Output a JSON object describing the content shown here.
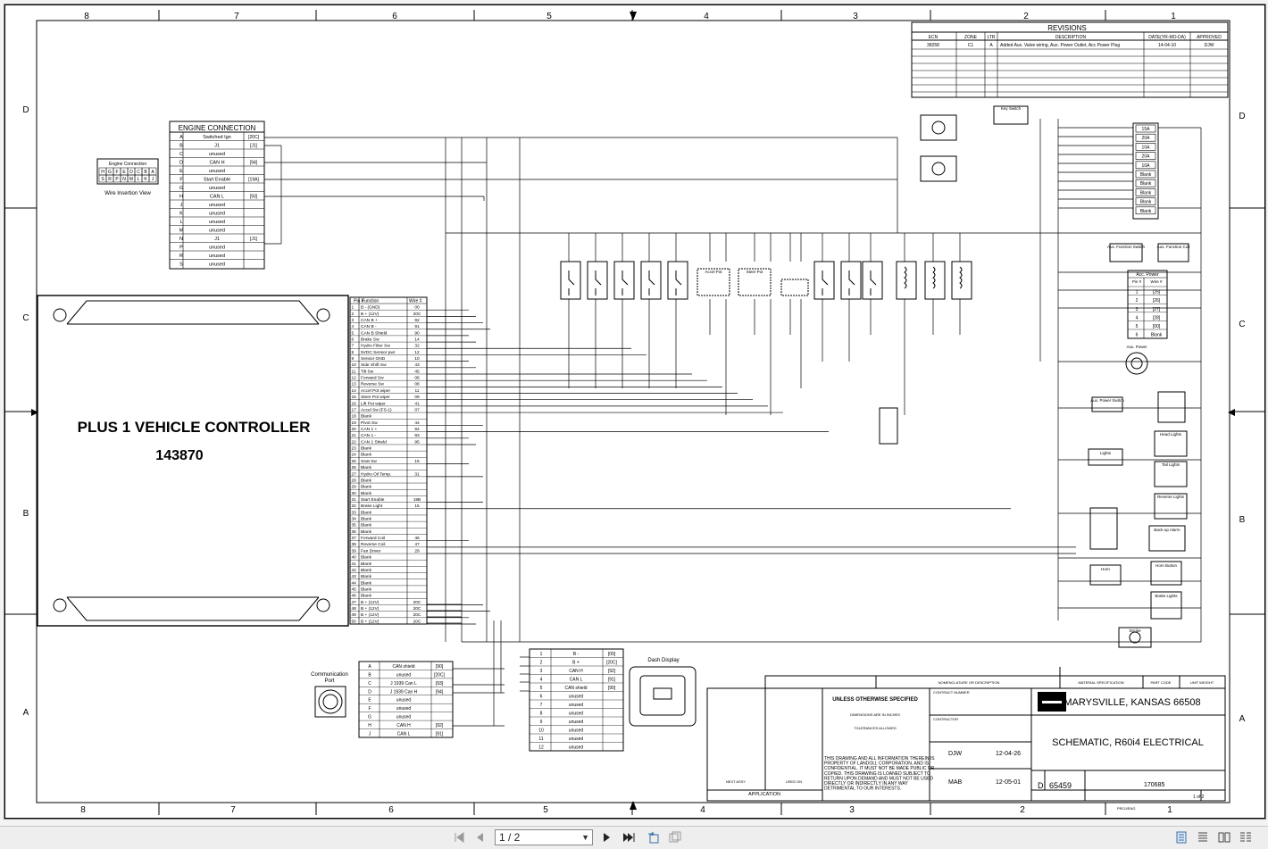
{
  "drawing": {
    "zones_top": [
      "8",
      "7",
      "6",
      "5",
      "4",
      "3",
      "2",
      "1"
    ],
    "zones_side": [
      "D",
      "C",
      "B",
      "A"
    ],
    "revisions": {
      "title": "REVISIONS",
      "headers": [
        "ECN",
        "ZONE",
        "LTR",
        "DESCRIPTION",
        "DATE(YR-MO-DA)",
        "APPROVED"
      ],
      "row": [
        "38258",
        "C1",
        "A",
        "Added Aux. Valve wiring, Aux. Power Outlet, Acc Power Plug",
        "14-04-10",
        "DJW"
      ]
    },
    "engine": {
      "title": "ENGINE CONNECTION",
      "rows": [
        [
          "A",
          "Switched Ign",
          "[20C]"
        ],
        [
          "B",
          "J1",
          "[J1]"
        ],
        [
          "C",
          "unused",
          ""
        ],
        [
          "D",
          "CAN H",
          "[94]"
        ],
        [
          "E",
          "unused",
          ""
        ],
        [
          "F",
          "Start Enable",
          "[19A]"
        ],
        [
          "G",
          "unused",
          ""
        ],
        [
          "H",
          "CAN L",
          "[93]"
        ],
        [
          "J",
          "unused",
          ""
        ],
        [
          "K",
          "unused",
          ""
        ],
        [
          "L",
          "unused",
          ""
        ],
        [
          "M",
          "unused",
          ""
        ],
        [
          "N",
          "J1",
          "[J1]"
        ],
        [
          "P",
          "unused",
          ""
        ],
        [
          "R",
          "unused",
          ""
        ],
        [
          "S",
          "unused",
          ""
        ]
      ],
      "insertion_title": "Engine Connection",
      "insertion_row1": [
        "H",
        "G",
        "F",
        "E",
        "D",
        "C",
        "B",
        "A"
      ],
      "insertion_row2": [
        "S",
        "R",
        "P",
        "N",
        "M",
        "L",
        "K",
        "J"
      ],
      "insertion_label": "Wire Insertion View"
    },
    "controller": {
      "line1": "PLUS 1 VEHICLE CONTROLLER",
      "line2": "143870"
    },
    "pin_table": {
      "headers": [
        "Pin #",
        "Function",
        "Wire #"
      ],
      "rows": [
        [
          "1",
          "B - (GND)",
          "00"
        ],
        [
          "2",
          "B + (12V)",
          "20C"
        ],
        [
          "3",
          "CAN B +",
          "92"
        ],
        [
          "4",
          "CAN B -",
          "91"
        ],
        [
          "5",
          "CAN B Shield",
          "90"
        ],
        [
          "6",
          "Brake Sw",
          "14"
        ],
        [
          "7",
          "Hydro Filter Sw",
          "32"
        ],
        [
          "8",
          "5VDC Sensor pwr",
          "12"
        ],
        [
          "9",
          "Sensor GND",
          "10"
        ],
        [
          "10",
          "Side Shift Sw",
          "43"
        ],
        [
          "11",
          "Tilt Sw",
          "45"
        ],
        [
          "12",
          "Forward Sw",
          "06"
        ],
        [
          "13",
          "Reverse Sw",
          "08"
        ],
        [
          "14",
          "Accel Pot wiper",
          "11"
        ],
        [
          "15",
          "Steer Pot wiper",
          "09"
        ],
        [
          "16",
          "Lift Pot wiper",
          "41"
        ],
        [
          "17",
          "Accel Sw (FS-1)",
          "07"
        ],
        [
          "18",
          "Blank",
          ""
        ],
        [
          "19",
          "Pivot Sw",
          "44"
        ],
        [
          "20",
          "CAN 1 +",
          "94"
        ],
        [
          "21",
          "CAN 1 -",
          "93"
        ],
        [
          "22",
          "CAN 1 Shield",
          "95"
        ],
        [
          "23",
          "Blank",
          ""
        ],
        [
          "24",
          "Blank",
          ""
        ],
        [
          "25",
          "Seat Sw",
          "16"
        ],
        [
          "26",
          "Blank",
          ""
        ],
        [
          "27",
          "Hydro Oil Temp.",
          "31"
        ],
        [
          "28",
          "Blank",
          ""
        ],
        [
          "29",
          "Blank",
          ""
        ],
        [
          "30",
          "Blank",
          ""
        ],
        [
          "31",
          "Start Enable",
          "19B"
        ],
        [
          "32",
          "Brake Light",
          "15"
        ],
        [
          "33",
          "Blank",
          ""
        ],
        [
          "34",
          "Blank",
          ""
        ],
        [
          "35",
          "Blank",
          ""
        ],
        [
          "36",
          "Blank",
          ""
        ],
        [
          "37",
          "Forward Coil",
          "46"
        ],
        [
          "38",
          "Reverse Coil",
          "47"
        ],
        [
          "39",
          "Fan Driver",
          "29"
        ],
        [
          "40",
          "Blank",
          ""
        ],
        [
          "41",
          "Blank",
          ""
        ],
        [
          "42",
          "Blank",
          ""
        ],
        [
          "43",
          "Blank",
          ""
        ],
        [
          "44",
          "Blank",
          ""
        ],
        [
          "45",
          "Blank",
          ""
        ],
        [
          "46",
          "Blank",
          ""
        ],
        [
          "47",
          "B + (12V)",
          "20C"
        ],
        [
          "48",
          "B + (12V)",
          "20C"
        ],
        [
          "49",
          "B + (12V)",
          "20C"
        ],
        [
          "50",
          "B + (12V)",
          "20C"
        ]
      ]
    },
    "comm": {
      "port_label_1": "Communication",
      "port_label_2": "Port",
      "rows": [
        [
          "A",
          "CAN shield",
          "[90]"
        ],
        [
          "B",
          "unused",
          "[20C]"
        ],
        [
          "C",
          "J 1939 Can L",
          "[93]"
        ],
        [
          "D",
          "J 1939 Can H",
          "[94]"
        ],
        [
          "E",
          "unused",
          ""
        ],
        [
          "F",
          "unused",
          ""
        ],
        [
          "G",
          "unused",
          ""
        ],
        [
          "H",
          "CAN H",
          "[92]"
        ],
        [
          "J",
          "CAN L",
          "[91]"
        ]
      ]
    },
    "dash": {
      "label": "Dash Display",
      "rows": [
        [
          "1",
          "B -",
          "[00]"
        ],
        [
          "2",
          "B +",
          "[20C]"
        ],
        [
          "3",
          "CAN H",
          "[92]"
        ],
        [
          "4",
          "CAN L",
          "[91]"
        ],
        [
          "5",
          "CAN shield",
          "[90]"
        ],
        [
          "6",
          "unused",
          ""
        ],
        [
          "7",
          "unused",
          ""
        ],
        [
          "8",
          "unused",
          ""
        ],
        [
          "9",
          "unused",
          ""
        ],
        [
          "10",
          "unused",
          ""
        ],
        [
          "11",
          "unused",
          ""
        ],
        [
          "12",
          "unused",
          ""
        ]
      ]
    },
    "components": {
      "key_switch": "Key Switch",
      "fuses": [
        "15A",
        "20A",
        "10A",
        "20A",
        "10A",
        "Blank",
        "Blank",
        "Blank",
        "Blank",
        "Blank"
      ],
      "aux_function_switch": "Aux. Function Switch",
      "aux_function_coil": "Aux. Function Coil",
      "acc_power": "Acc. Power",
      "acc_headers": [
        "Pin #",
        "Wire #"
      ],
      "acc_rows": [
        [
          "1",
          "[25]"
        ],
        [
          "2",
          "[26]"
        ],
        [
          "3",
          "[27]"
        ],
        [
          "4",
          "[28]"
        ],
        [
          "5",
          "[00]"
        ],
        [
          "6",
          "Blank"
        ]
      ],
      "aux_power": "Aux. Power",
      "aux_power_switch": "Aux. Power Switch",
      "lights": "Lights",
      "head_lights": "Head Lights",
      "tail_lights": "Tail Lights",
      "reverse_lights": "Reverse Lights",
      "backup_alarm": "Back-up Alarm",
      "horn": "Horn",
      "horn_button": "Horn Button",
      "brake_lights": "Brake Lights",
      "strobe": "Strobe",
      "accel_pot": "Accel Pot",
      "steer_pot": "Steer Pot"
    },
    "title_block": {
      "unless": "UNLESS OTHERWISE SPECIFIED",
      "dimensions": "DIMENSIONS ARE IN INCHES",
      "tolerances": "TOLERANCES ALLOWED",
      "legal": "THIS DRAWING AND ALL INFORMATION THEREIN IS PROPERTY OF LANDOLL CORPORATION, AND IS CONFIDENTIAL. IT MUST NOT BE MADE PUBLIC OR COPIED. THIS DRAWING IS LOANED SUBJECT TO RETURN UPON DEMAND AND MUST NOT BE USED DIRECTLY OR INDIRECTLY IN ANY WAY DETRIMENTAL TO OUR INTERESTS.",
      "application": "APPLICATION",
      "next_assy": "NEXT ASSY",
      "used_on": "USED ON",
      "drawn_by": "DJW",
      "drawn_date": "12-04-26",
      "approved_by": "MAB",
      "approved_date": "12-05-01",
      "company": "MARYSVILLE, KANSAS   66508",
      "title": "SCHEMATIC, R60i4 ELECTRICAL",
      "size": "D",
      "cage_code": "65459",
      "dwg_no": "170685",
      "sheet": "1 of 2",
      "nomenclature": "NOMENCLATURE OR DESCRIPTION",
      "material": "MATERIAL SPECIFICATION",
      "part_code": "PART CODE",
      "unit_weight": "UNIT WEIGHT",
      "contract_number": "CONTRACT NUMBER",
      "contractor": "CONTRACTOR",
      "proj_eng": "PROJ/ENG"
    }
  },
  "toolbar": {
    "page_value": "1 / 2",
    "icons": [
      "first-page-icon",
      "prev-page-icon",
      "next-page-icon",
      "last-page-icon",
      "rotate-icon",
      "fit-icon",
      "single-page-icon",
      "continuous-icon",
      "two-page-icon",
      "two-page-cont-icon"
    ]
  }
}
